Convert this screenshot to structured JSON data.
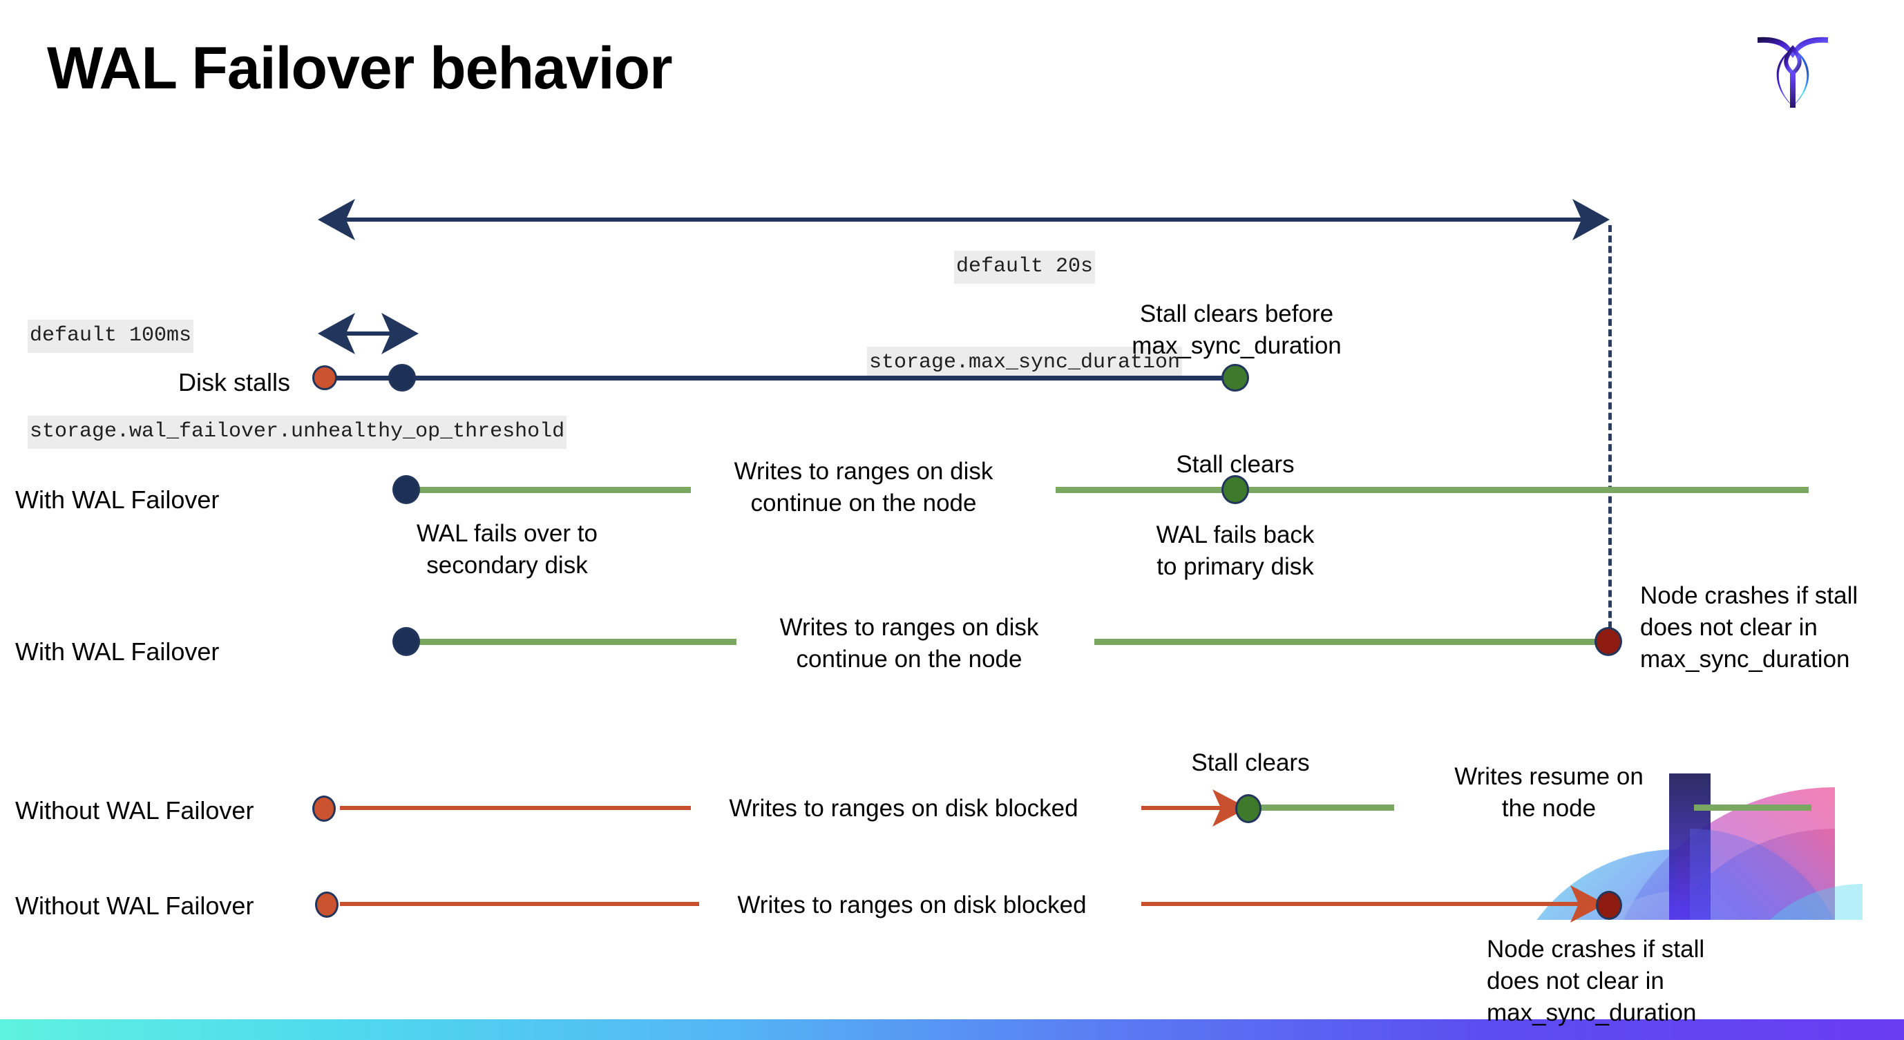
{
  "slide": {
    "title": "WAL Failover behavior",
    "logo_name": "cockroachdb-logo"
  },
  "annotations": {
    "max_sync": {
      "line1": "default 20s",
      "line2": "storage.max_sync_duration"
    },
    "unhealthy_threshold": {
      "line1": "default 100ms",
      "line2": "storage.wal_failover.unhealthy_op_threshold"
    }
  },
  "rows": [
    {
      "id": "disk-stalls",
      "label": "Disk stalls",
      "note_above": "Stall clears before\nmax_sync_duration"
    },
    {
      "id": "with-wal-failover-1",
      "label": "With WAL Failover",
      "note_mid": "Writes to ranges on disk\ncontinue on the node",
      "note_start_below": "WAL fails over to\nsecondary disk",
      "note_clear_above": "Stall clears",
      "note_clear_below": "WAL fails  back\nto primary disk"
    },
    {
      "id": "with-wal-failover-2",
      "label": "With WAL Failover",
      "note_mid": "Writes to ranges on disk\ncontinue on the node",
      "note_crash": "Node crashes if stall\ndoes not clear in\nmax_sync_duration"
    },
    {
      "id": "without-wal-failover-1",
      "label": "Without WAL Failover",
      "note_mid": "Writes to ranges on disk  blocked",
      "note_clear_above": "Stall clears",
      "note_resume": "Writes resume on\nthe node"
    },
    {
      "id": "without-wal-failover-2",
      "label": "Without WAL Failover",
      "note_mid": "Writes to ranges on disk  blocked",
      "note_crash": "Node crashes if stall\ndoes not clear in\nmax_sync_duration"
    }
  ],
  "colors": {
    "navy": "#22355c",
    "green_line": "#7aa863",
    "green_dot": "#3f7a2c",
    "orange": "#c8502e",
    "orange_dot": "#cc5330",
    "dark_red": "#8e1b10",
    "code_bg": "#ececec",
    "bottom_gradient_start": "#5ef2e0",
    "bottom_gradient_end": "#6a3cf2"
  }
}
